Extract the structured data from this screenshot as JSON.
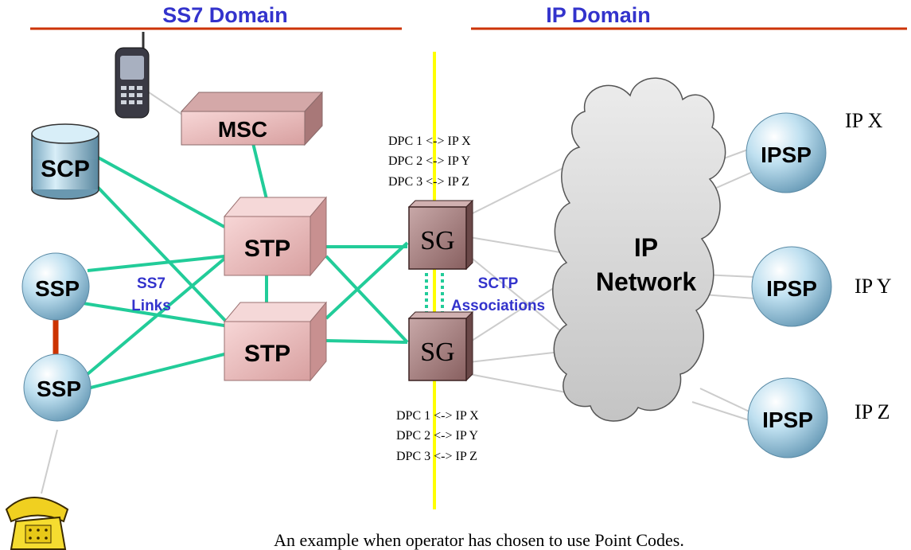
{
  "domains": {
    "left": "SS7 Domain",
    "right": "IP Domain"
  },
  "nodes": {
    "msc": "MSC",
    "scp": "SCP",
    "ssp_top": "SSP",
    "ssp_bottom": "SSP",
    "stp_top": "STP",
    "stp_bottom": "STP",
    "sg_top": "SG",
    "sg_bottom": "SG",
    "network_line1": "IP",
    "network_line2": "Network",
    "ipsp_x": "IPSP",
    "ipsp_y": "IPSP",
    "ipsp_z": "IPSP"
  },
  "ip_labels": {
    "x": "IP X",
    "y": "IP Y",
    "z": "IP Z"
  },
  "link_labels": {
    "ss7_line1": "SS7",
    "ss7_line2": "Links",
    "sctp_line1": "SCTP",
    "sctp_line2": "Associations"
  },
  "mapping_top": [
    "DPC 1 <-> IP X",
    "DPC 2 <-> IP Y",
    "DPC 3 <-> IP Z"
  ],
  "mapping_bottom": [
    "DPC 1 <-> IP X",
    "DPC 2 <-> IP Y",
    "DPC 3 <-> IP Z"
  ],
  "caption": "An example when operator has chosen to use Point Codes.",
  "colors": {
    "title": "#3333cc",
    "title_rule": "#cc3300",
    "ss7_link": "#22cc99",
    "ssp_link": "#cc3300",
    "divider": "#ffff00",
    "ip_link": "#cccccc",
    "stp_box": "#f0c0c0",
    "sg_box": "#a08080",
    "sphere": "#b0d8ec",
    "cloud": "#d8d8d8",
    "label_blue": "#3333cc"
  },
  "icons": [
    "mobile-phone-icon",
    "desk-telephone-icon"
  ]
}
